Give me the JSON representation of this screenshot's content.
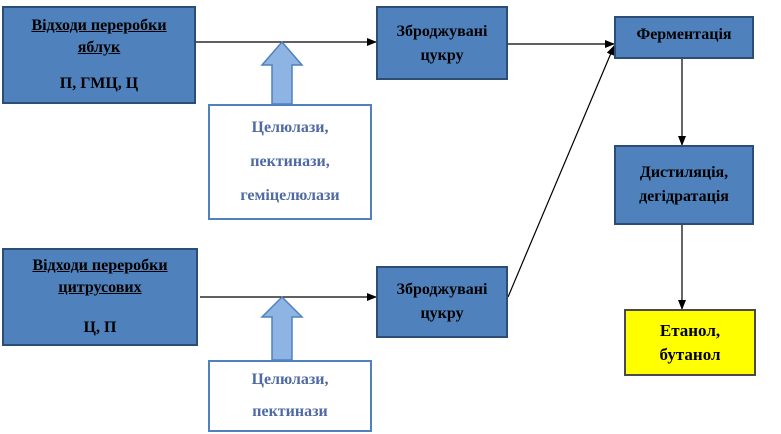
{
  "apple_waste": {
    "title_line1": "Відходи переробки",
    "title_line2": "яблук",
    "components": "П, ГМЦ, Ц"
  },
  "apple_enzymes": {
    "line1": "Целюлази,",
    "line2": "пектинази,",
    "line3": "геміцелюлази"
  },
  "apple_sugars": {
    "line1": "Зброджувані",
    "line2": "цукру"
  },
  "citrus_waste": {
    "title_line1": "Відходи переробки",
    "title_line2": "цитрусових",
    "components": "Ц, П"
  },
  "citrus_enzymes": {
    "line1": "Целюлази,",
    "line2": "пектинази"
  },
  "citrus_sugars": {
    "line1": "Зброджувані",
    "line2": "цукру"
  },
  "fermentation": {
    "label": "Ферментація"
  },
  "distillation": {
    "line1": "Дистиляція,",
    "line2": "дегідратація"
  },
  "products": {
    "line1": "Етанол,",
    "line2": "бутанол"
  },
  "colors": {
    "process_box": "#4f81bd",
    "process_border": "#2c4d75",
    "enzyme_text": "#4f6aa3",
    "enzyme_arrow_fill": "#8eb4e3",
    "product_box": "#ffff00"
  }
}
